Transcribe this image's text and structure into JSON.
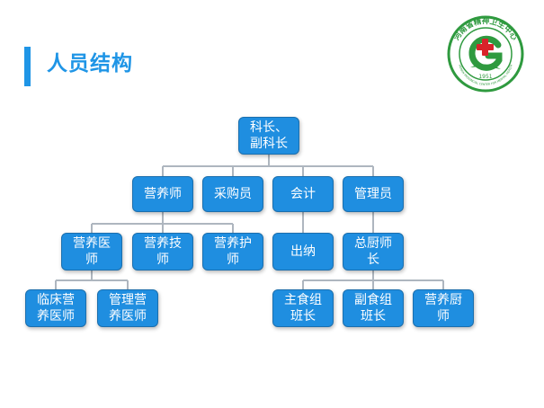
{
  "page": {
    "title": "人员结构",
    "accent_color": "#1f95e6",
    "title_color": "#1f95e6"
  },
  "logo": {
    "icon": "hospital-emblem-icon",
    "text_top": "河南省精神卫生中心",
    "text_bottom": "HENAN PROVINCIAL CENTER FOR MENTAL HEALTH",
    "year": "1951",
    "color": "#2f9a3f",
    "accent": "#d8232a"
  },
  "org_chart": {
    "node_color": "#1f8ee0",
    "line_color": "#aeb6bf",
    "root": "科长、\n副科长",
    "level1": [
      "营养师",
      "采购员",
      "会计",
      "管理员"
    ],
    "level2": {
      "nutritionist_branch": [
        "营养医\n师",
        "营养技\n师",
        "营养护\n师"
      ],
      "accountant_branch": [
        "出纳"
      ],
      "manager_branch": [
        "总厨师\n长"
      ]
    },
    "level3": {
      "doctor_branch": [
        "临床营\n养医师",
        "管理营\n养医师"
      ],
      "chef_branch": [
        "主食组\n班长",
        "副食组\n班长",
        "营养厨\n师"
      ]
    }
  }
}
